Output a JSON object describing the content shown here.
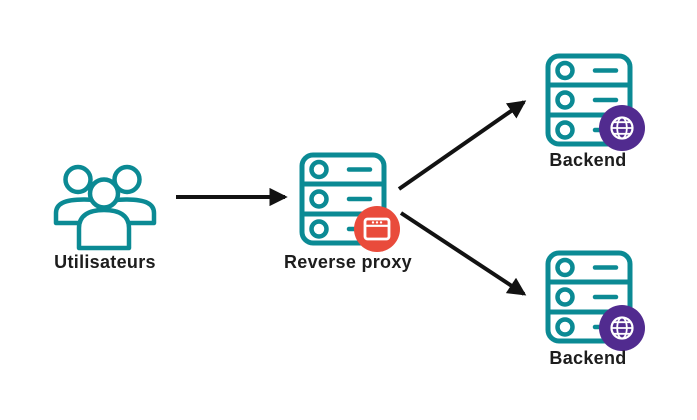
{
  "diagram": {
    "type": "architecture-flow",
    "nodes": {
      "users": {
        "label": "Utilisateurs",
        "icon": "users-group-icon"
      },
      "reverse_proxy": {
        "label": "Reverse proxy",
        "icon": "server-stack-icon",
        "badge_icon": "browser-window-icon",
        "badge_color": "#e94b3b"
      },
      "backend_top": {
        "label": "Backend",
        "icon": "server-stack-icon",
        "badge_icon": "globe-icon",
        "badge_color": "#512b8f"
      },
      "backend_bottom": {
        "label": "Backend",
        "icon": "server-stack-icon",
        "badge_icon": "globe-icon",
        "badge_color": "#512b8f"
      }
    },
    "edges": [
      {
        "from": "users",
        "to": "reverse_proxy",
        "style": "straight-arrow"
      },
      {
        "from": "reverse_proxy",
        "to": "backend_top",
        "style": "straight-arrow"
      },
      {
        "from": "reverse_proxy",
        "to": "backend_bottom",
        "style": "straight-arrow"
      }
    ],
    "colors": {
      "outline": "#0b8a94",
      "badge_red": "#e94b3b",
      "badge_purple": "#512b8f",
      "arrow": "#121212",
      "text": "#1d1d1d",
      "bg": "#ffffff"
    }
  }
}
